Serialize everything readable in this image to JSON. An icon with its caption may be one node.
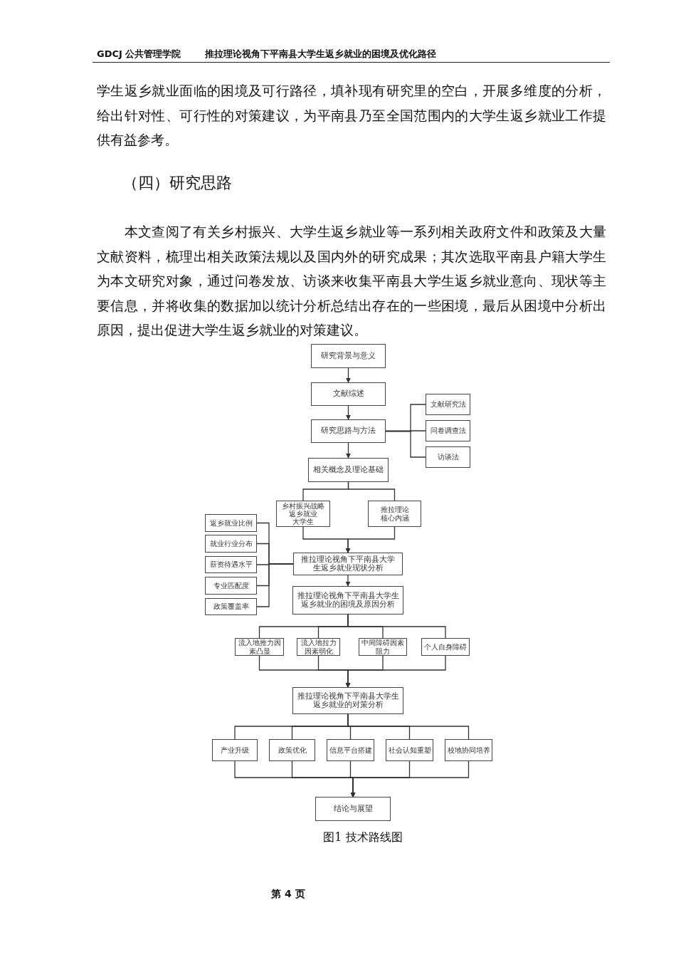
{
  "diagram": {
    "caption": "图1 技术路线图",
    "nodes": [
      {
        "text": [
          "研究背景与意义"
        ]
      },
      {
        "text": [
          "文献综述"
        ]
      },
      {
        "text": [
          "研究思路与方法"
        ]
      },
      {
        "text": [
          "文献研究法"
        ]
      },
      {
        "text": [
          "问卷调查法"
        ]
      },
      {
        "text": [
          "访谈法"
        ]
      },
      {
        "text": [
          "相关概念及理论基础"
        ]
      },
      {
        "text": [
          "乡村振兴战略",
          "返乡就业",
          "大学生"
        ]
      },
      {
        "text": [
          "推拉理论核心内涵"
        ]
      },
      {
        "text": [
          "返乡就业比例"
        ]
      },
      {
        "text": [
          "就业行业分布"
        ]
      },
      {
        "text": [
          "薪资待遇水平"
        ]
      },
      {
        "text": [
          "专业匹配度"
        ]
      },
      {
        "text": [
          "政策覆盖率"
        ]
      },
      {
        "text": [
          "推拉理论视角下平南县大学生返乡就业现状分析"
        ]
      },
      {
        "text": [
          "推拉理论视角下平南县大学生返乡就业的困境及原因分析"
        ]
      },
      {
        "text": [
          "流入地推力因素凸显"
        ]
      },
      {
        "text": [
          "流入地拉力因素弱化"
        ]
      },
      {
        "text": [
          "中间障碍因素阻力"
        ]
      },
      {
        "text": [
          "个人自身障碍"
        ]
      },
      {
        "text": [
          "推拉理论视角下平南县大学生返乡就业的对策分析"
        ]
      },
      {
        "text": [
          "产业升级"
        ]
      },
      {
        "text": [
          "政策优化"
        ]
      },
      {
        "text": [
          "信息平台搭建"
        ]
      },
      {
        "text": [
          "社会认知重塑"
        ]
      },
      {
        "text": [
          "校地协同培养"
        ]
      },
      {
        "text": [
          "结论与展望"
        ]
      }
    ],
    "edges": [
      {
        "from": 0,
        "to": 1,
        "arrow": "to"
      },
      {
        "from": 1,
        "to": 2,
        "arrow": "to"
      },
      {
        "from": 2,
        "to": 3,
        "arrow": "none"
      },
      {
        "from": 2,
        "to": 4,
        "arrow": "none"
      },
      {
        "from": 2,
        "to": 5,
        "arrow": "none"
      },
      {
        "from": 2,
        "to": 6,
        "arrow": "to"
      },
      {
        "from": 6,
        "to": 7,
        "arrow": "none"
      },
      {
        "from": 6,
        "to": 8,
        "arrow": "none"
      },
      {
        "from": 7,
        "to": 14,
        "arrow": "to"
      },
      {
        "from": 8,
        "to": 14,
        "arrow": "to"
      },
      {
        "from": 9,
        "to": 14,
        "arrow": "none"
      },
      {
        "from": 10,
        "to": 14,
        "arrow": "none"
      },
      {
        "from": 11,
        "to": 14,
        "arrow": "none"
      },
      {
        "from": 12,
        "to": 14,
        "arrow": "none"
      },
      {
        "from": 13,
        "to": 14,
        "arrow": "none"
      },
      {
        "from": 14,
        "to": 15,
        "arrow": "to"
      },
      {
        "from": 15,
        "to": 16,
        "arrow": "none"
      },
      {
        "from": 15,
        "to": 17,
        "arrow": "none"
      },
      {
        "from": 15,
        "to": 18,
        "arrow": "none"
      },
      {
        "from": 15,
        "to": 19,
        "arrow": "none"
      },
      {
        "from": 16,
        "to": 20,
        "arrow": "to"
      },
      {
        "from": 17,
        "to": 20,
        "arrow": "to"
      },
      {
        "from": 18,
        "to": 20,
        "arrow": "to"
      },
      {
        "from": 19,
        "to": 20,
        "arrow": "to"
      },
      {
        "from": 20,
        "to": 21,
        "arrow": "none"
      },
      {
        "from": 20,
        "to": 22,
        "arrow": "none"
      },
      {
        "from": 20,
        "to": 23,
        "arrow": "none"
      },
      {
        "from": 20,
        "to": 24,
        "arrow": "none"
      },
      {
        "from": 20,
        "to": 25,
        "arrow": "none"
      },
      {
        "from": 21,
        "to": 26,
        "arrow": "to"
      },
      {
        "from": 22,
        "to": 26,
        "arrow": "to"
      },
      {
        "from": 23,
        "to": 26,
        "arrow": "to"
      },
      {
        "from": 24,
        "to": 26,
        "arrow": "to"
      },
      {
        "from": 25,
        "to": 26,
        "arrow": "to"
      }
    ],
    "labels": [
      "GDCJ 公共管理学院",
      "推拉理论视角下平南县大学生返乡就业的困境及优化路径",
      "学生返乡就业面临的困境及可行路径，填补现有研究里的空白，开展多维度的分析，给出针对性、可行性的对策建议，为平南县乃至全国范围内的大学生返乡就业工作提供有益参考。",
      "（四）研究思路",
      "本文查阅了有关乡村振兴、大学生返乡就业等一系列相关政府文件和政策及大量文献资料，梳理出相关政策法规以及国内外的研究成果；其次选取平南县户籍大学生为本文研究对象，通过问卷发放、访谈来收集平南县大学生返乡就业意向、现状等主要信息，并将收集的数据加以统计分析总结出存在的一些困境，最后从困境中分析出原因，提出促进大学生返乡就业的对策建议。",
      "第 4 页"
    ]
  }
}
